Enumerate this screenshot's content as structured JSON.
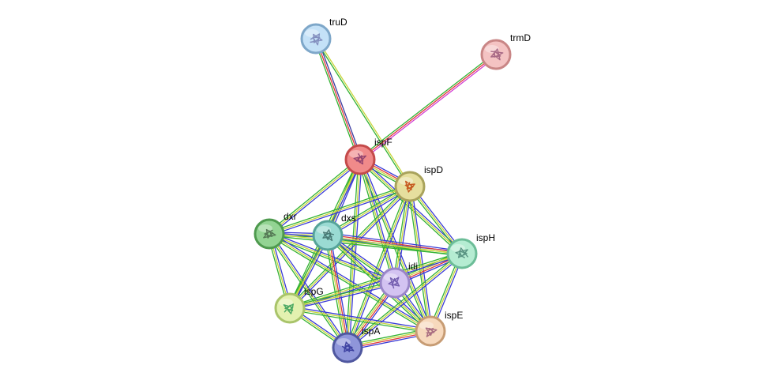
{
  "network": {
    "nodes": [
      {
        "id": "truD",
        "label": "truD",
        "fill": "#c4e1f7",
        "stroke": "#7ea7c9",
        "glyph": "#7c86b8"
      },
      {
        "id": "trmD",
        "label": "trmD",
        "fill": "#f4c3c3",
        "stroke": "#c98686",
        "glyph": "#a06080"
      },
      {
        "id": "ispF",
        "label": "ispF",
        "fill": "#f08a8a",
        "stroke": "#c44a4a",
        "glyph": "#8a3c6c"
      },
      {
        "id": "ispD",
        "label": "ispD",
        "fill": "#e6df9e",
        "stroke": "#a9a35c",
        "glyph": "#c24b12"
      },
      {
        "id": "dxr",
        "label": "dxr",
        "fill": "#93d493",
        "stroke": "#4e9a4e",
        "glyph": "#4f6f4f"
      },
      {
        "id": "dxs",
        "label": "dxs",
        "fill": "#9adbd3",
        "stroke": "#56a39a",
        "glyph": "#3f6f6a"
      },
      {
        "id": "ispH",
        "label": "ispH",
        "fill": "#b5ecd2",
        "stroke": "#6cbd98",
        "glyph": "#4f8b7a"
      },
      {
        "id": "idi",
        "label": "idi",
        "fill": "#d3c3f1",
        "stroke": "#9a86c8",
        "glyph": "#6a54a8"
      },
      {
        "id": "ispG",
        "label": "ispG",
        "fill": "#e3f1b0",
        "stroke": "#a9c46a",
        "glyph": "#3aa05a"
      },
      {
        "id": "ispE",
        "label": "ispE",
        "fill": "#f7d9bd",
        "stroke": "#c79c74",
        "glyph": "#a0607a"
      },
      {
        "id": "ispA",
        "label": "ispA",
        "fill": "#8f96da",
        "stroke": "#4f579f",
        "glyph": "#35399a"
      }
    ],
    "edges": [
      {
        "from": "truD",
        "to": "ispF",
        "colors": [
          "#3a3aa0",
          "#e03a3a",
          "#33b233"
        ]
      },
      {
        "from": "truD",
        "to": "ispD",
        "colors": [
          "#c9d63b",
          "#33b233"
        ]
      },
      {
        "from": "trmD",
        "to": "ispF",
        "colors": [
          "#d23cd2",
          "#e03a3a",
          "#33b233"
        ]
      },
      {
        "from": "ispF",
        "to": "ispD",
        "colors": [
          "#3a3ad6",
          "#e03a3a",
          "#c9d63b",
          "#33b233"
        ]
      },
      {
        "from": "ispF",
        "to": "dxr",
        "colors": [
          "#3a3ad6",
          "#c9d63b",
          "#33b233"
        ]
      },
      {
        "from": "ispF",
        "to": "dxs",
        "colors": [
          "#3a3ad6",
          "#c9d63b",
          "#33b233"
        ]
      },
      {
        "from": "ispF",
        "to": "ispH",
        "colors": [
          "#3a3ad6",
          "#c9d63b",
          "#33b233"
        ]
      },
      {
        "from": "ispF",
        "to": "idi",
        "colors": [
          "#3a3ad6",
          "#c9d63b",
          "#33b233"
        ]
      },
      {
        "from": "ispF",
        "to": "ispG",
        "colors": [
          "#3a3ad6",
          "#c9d63b",
          "#33b233"
        ]
      },
      {
        "from": "ispF",
        "to": "ispE",
        "colors": [
          "#3a3ad6",
          "#c9d63b",
          "#33b233"
        ]
      },
      {
        "from": "ispF",
        "to": "ispA",
        "colors": [
          "#3a3ad6",
          "#c9d63b",
          "#33b233"
        ]
      },
      {
        "from": "ispD",
        "to": "dxr",
        "colors": [
          "#3a3ad6",
          "#c9d63b",
          "#33b233"
        ]
      },
      {
        "from": "ispD",
        "to": "dxs",
        "colors": [
          "#3a3ad6",
          "#c9d63b",
          "#33b233"
        ]
      },
      {
        "from": "ispD",
        "to": "ispH",
        "colors": [
          "#3a3ad6",
          "#c9d63b",
          "#33b233"
        ]
      },
      {
        "from": "ispD",
        "to": "idi",
        "colors": [
          "#3a3ad6",
          "#c9d63b",
          "#33b233"
        ]
      },
      {
        "from": "ispD",
        "to": "ispG",
        "colors": [
          "#3a3ad6",
          "#c9d63b",
          "#33b233"
        ]
      },
      {
        "from": "ispD",
        "to": "ispE",
        "colors": [
          "#3a3ad6",
          "#c9d63b",
          "#33b233"
        ]
      },
      {
        "from": "ispD",
        "to": "ispA",
        "colors": [
          "#3a3ad6",
          "#c9d63b",
          "#33b233"
        ]
      },
      {
        "from": "dxr",
        "to": "dxs",
        "colors": [
          "#3a3ad6",
          "#c9d63b",
          "#33b233"
        ]
      },
      {
        "from": "dxr",
        "to": "ispH",
        "colors": [
          "#3a3ad6",
          "#c9d63b",
          "#33b233"
        ]
      },
      {
        "from": "dxr",
        "to": "idi",
        "colors": [
          "#3a3ad6",
          "#c9d63b",
          "#33b233"
        ]
      },
      {
        "from": "dxr",
        "to": "ispG",
        "colors": [
          "#3a3ad6",
          "#c9d63b",
          "#33b233"
        ]
      },
      {
        "from": "dxr",
        "to": "ispE",
        "colors": [
          "#3a3ad6",
          "#c9d63b",
          "#33b233"
        ]
      },
      {
        "from": "dxr",
        "to": "ispA",
        "colors": [
          "#3a3ad6",
          "#c9d63b",
          "#33b233"
        ]
      },
      {
        "from": "dxs",
        "to": "ispH",
        "colors": [
          "#3a3ad6",
          "#e03a3a",
          "#c9d63b",
          "#33b233"
        ]
      },
      {
        "from": "dxs",
        "to": "idi",
        "colors": [
          "#3a3ad6",
          "#c9d63b",
          "#33b233"
        ]
      },
      {
        "from": "dxs",
        "to": "ispG",
        "colors": [
          "#3a3ad6",
          "#c9d63b",
          "#33b233"
        ]
      },
      {
        "from": "dxs",
        "to": "ispE",
        "colors": [
          "#3a3ad6",
          "#c9d63b",
          "#33b233"
        ]
      },
      {
        "from": "dxs",
        "to": "ispA",
        "colors": [
          "#3a3ad6",
          "#e03a3a",
          "#c9d63b",
          "#33b233"
        ]
      },
      {
        "from": "ispH",
        "to": "idi",
        "colors": [
          "#3a3ad6",
          "#e03a3a",
          "#c9d63b",
          "#33b233"
        ]
      },
      {
        "from": "ispH",
        "to": "ispG",
        "colors": [
          "#3a3ad6",
          "#c9d63b",
          "#33b233"
        ]
      },
      {
        "from": "ispH",
        "to": "ispE",
        "colors": [
          "#3a3ad6",
          "#c9d63b",
          "#33b233"
        ]
      },
      {
        "from": "ispH",
        "to": "ispA",
        "colors": [
          "#3a3ad6",
          "#c9d63b",
          "#33b233"
        ]
      },
      {
        "from": "idi",
        "to": "ispG",
        "colors": [
          "#3a3ad6",
          "#c9d63b",
          "#33b233"
        ]
      },
      {
        "from": "idi",
        "to": "ispE",
        "colors": [
          "#3a3ad6",
          "#c9d63b",
          "#33b233"
        ]
      },
      {
        "from": "idi",
        "to": "ispA",
        "colors": [
          "#3a3ad6",
          "#e03a3a",
          "#c9d63b",
          "#33b233"
        ]
      },
      {
        "from": "ispG",
        "to": "ispE",
        "colors": [
          "#3a3ad6",
          "#c9d63b",
          "#33b233"
        ]
      },
      {
        "from": "ispG",
        "to": "ispA",
        "colors": [
          "#3a3ad6",
          "#c9d63b",
          "#33b233"
        ]
      },
      {
        "from": "ispE",
        "to": "ispA",
        "colors": [
          "#3a3ad6",
          "#e03a3a",
          "#c9d63b",
          "#33b233"
        ]
      }
    ]
  }
}
